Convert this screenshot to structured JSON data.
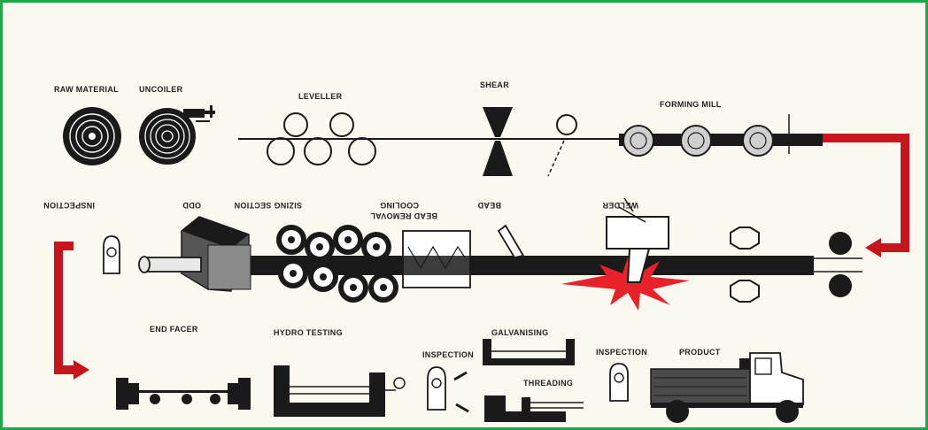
{
  "colors": {
    "border": "#1fa84a",
    "background": "#fbf8ef",
    "ink": "#1a1a1a",
    "arrow_red": "#c8141c",
    "spark_red": "#e8222a"
  },
  "labels": {
    "raw_material": "RAW MATERIAL",
    "uncoiler": "UNCOILER",
    "leveller": "LEVELLER",
    "shear": "SHEAR",
    "forming_mill": "FORMING MILL",
    "inspection_top": "INSPECTION",
    "odd": "ODD",
    "sizing_section": "SIZING SECTION",
    "cooling": "COOLING",
    "bead_removal": "BEAD REMOVAL",
    "bead": "BEAD",
    "welder": "WELDER",
    "end_facer": "END FACER",
    "hydro_testing": "HYDRO TESTING",
    "inspection_mid": "INSPECTION",
    "galvanising": "GALVANISING",
    "threading": "THREADING",
    "inspection_right": "INSPECTION",
    "product": "PRODUCT"
  }
}
